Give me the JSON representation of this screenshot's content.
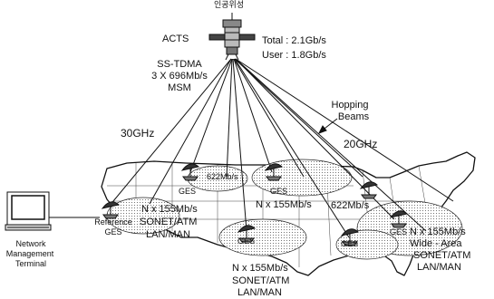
{
  "satellite": {
    "korean_label": "인공위성",
    "name": "ACTS",
    "mode_line1": "SS-TDMA",
    "mode_line2": "3 X 696Mb/s",
    "mode_line3": "MSM",
    "total": "Total : 2.1Gb/s",
    "user": "User : 1.8Gb/s"
  },
  "hopping": {
    "line1": "Hopping",
    "line2": "Beams"
  },
  "freq": {
    "up": "30GHz",
    "down": "20GHz"
  },
  "terminal": {
    "line1": "Network",
    "line2": "Management",
    "line3": "Terminal"
  },
  "ref": {
    "line1": "Reference",
    "line2": "GES"
  },
  "ges_label": "GES",
  "beam_622": "622Mb/s",
  "links": {
    "ref_a": "N x 155Mb/s",
    "ref_b": "SONET/ATM",
    "ref_c": "LAN/MAN",
    "mid": "N x 155Mb/s",
    "mid_622": "622Mb/s",
    "south_a": "N x 155Mb/s",
    "south_b": "SONET/ATM",
    "south_c": "LAN/MAN",
    "east_a": "N x 155Mb/s",
    "east_b": "Wide - Area",
    "east_c": "SONET/ATM",
    "east_d": "LAN/MAN"
  }
}
